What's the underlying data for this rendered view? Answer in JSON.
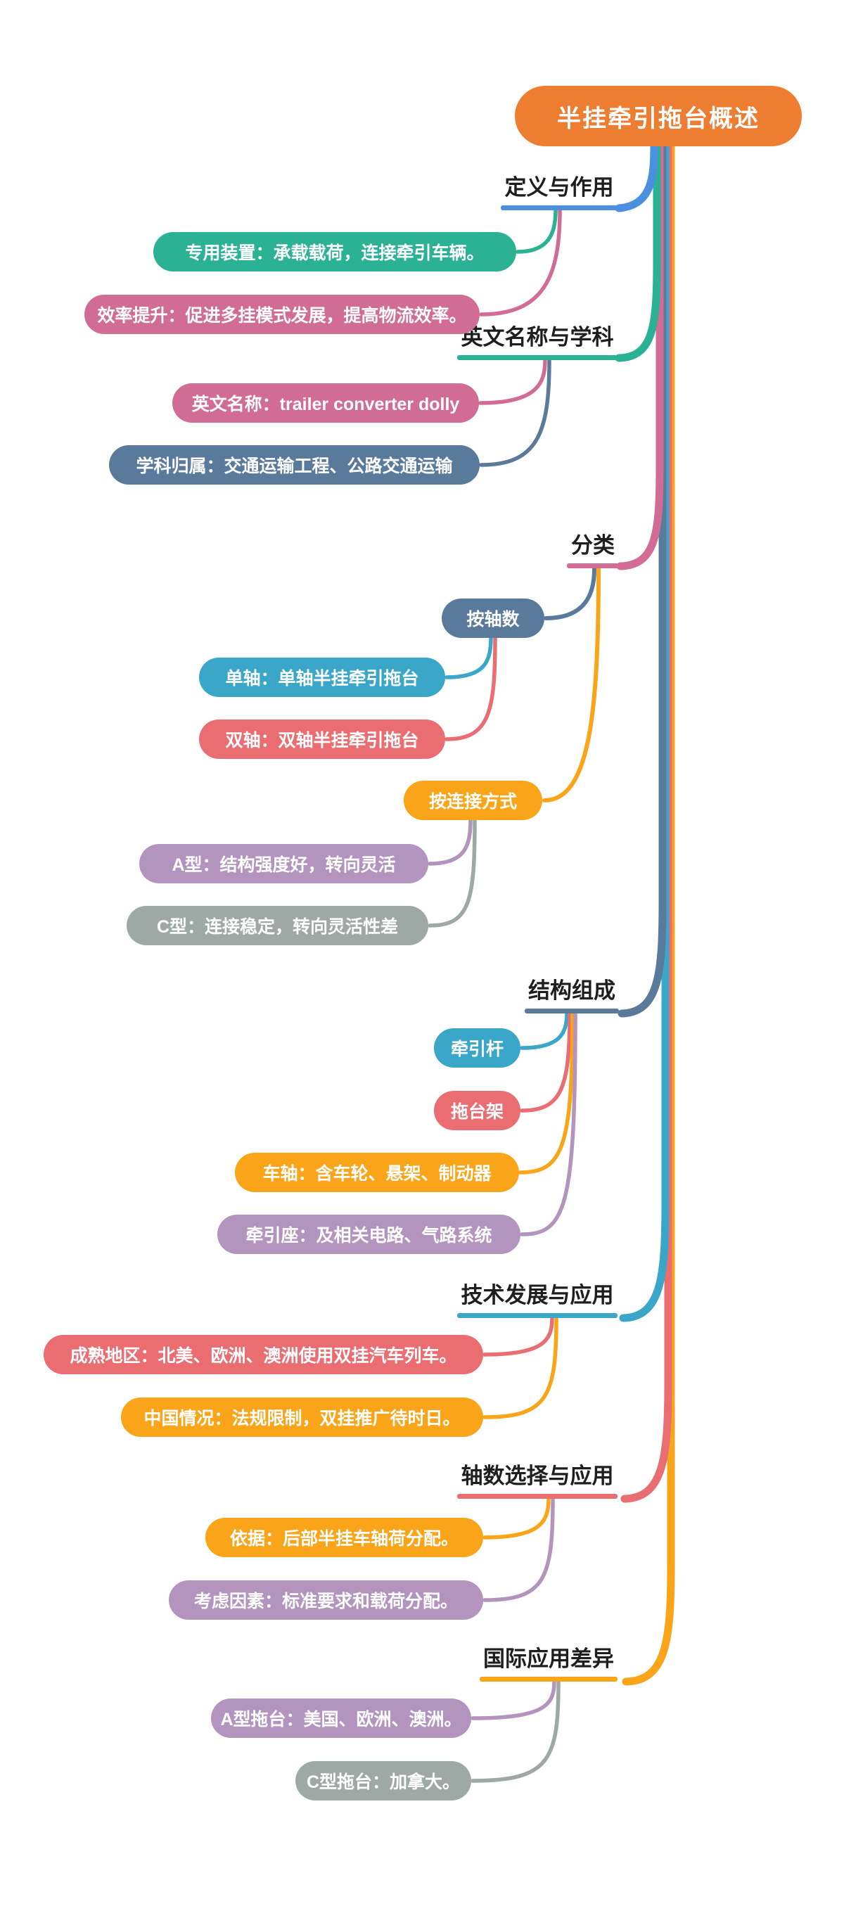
{
  "root": {
    "label": "半挂牵引拖台概述",
    "color": "#ED7D31"
  },
  "palette": {
    "root_orange": "#ED7D31",
    "blue": "#4A90DE",
    "green_teal": "#2BB193",
    "pink": "#D16C95",
    "slate_blue": "#5A7A9C",
    "teal_blue": "#3AA6C8",
    "salmon_red": "#EA6D72",
    "yellow_orange": "#FAA519",
    "lavender": "#B394BE",
    "gray": "#9EA9A6",
    "heading_text": "#1e1e1e",
    "node_text": "#ffffff",
    "background": "#ffffff"
  },
  "branches": [
    {
      "label": "定义与作用",
      "color": "#4A90DE",
      "children": [
        {
          "label": "专用装置：承载载荷，连接牵引车辆。",
          "color": "#2BB193"
        },
        {
          "label": "效率提升：促进多挂模式发展，提高物流效率。",
          "color": "#D16C95"
        }
      ]
    },
    {
      "label": "英文名称与学科",
      "color": "#2BB193",
      "children": [
        {
          "label": "英文名称：trailer converter dolly",
          "color": "#D16C95"
        },
        {
          "label": "学科归属：交通运输工程、公路交通运输",
          "color": "#5A7A9C"
        }
      ]
    },
    {
      "label": "分类",
      "color": "#D16C95",
      "children": [
        {
          "label": "按轴数",
          "color": "#5A7A9C",
          "children": [
            {
              "label": "单轴：单轴半挂牵引拖台",
              "color": "#3AA6C8"
            },
            {
              "label": "双轴：双轴半挂牵引拖台",
              "color": "#EA6D72"
            }
          ]
        },
        {
          "label": "按连接方式",
          "color": "#FAA519",
          "children": [
            {
              "label": "A型：结构强度好，转向灵活",
              "color": "#B394BE"
            },
            {
              "label": "C型：连接稳定，转向灵活性差",
              "color": "#9EA9A6"
            }
          ]
        }
      ]
    },
    {
      "label": "结构组成",
      "color": "#5A7A9C",
      "children": [
        {
          "label": "牵引杆",
          "color": "#3AA6C8"
        },
        {
          "label": "拖台架",
          "color": "#EA6D72"
        },
        {
          "label": "车轴：含车轮、悬架、制动器",
          "color": "#FAA519"
        },
        {
          "label": "牵引座：及相关电路、气路系统",
          "color": "#B394BE"
        }
      ]
    },
    {
      "label": "技术发展与应用",
      "color": "#3AA6C8",
      "children": [
        {
          "label": "成熟地区：北美、欧洲、澳洲使用双挂汽车列车。",
          "color": "#EA6D72"
        },
        {
          "label": "中国情况：法规限制，双挂推广待时日。",
          "color": "#FAA519"
        }
      ]
    },
    {
      "label": "轴数选择与应用",
      "color": "#EA6D72",
      "children": [
        {
          "label": "依据：后部半挂车轴荷分配。",
          "color": "#FAA519"
        },
        {
          "label": "考虑因素：标准要求和载荷分配。",
          "color": "#B394BE"
        }
      ]
    },
    {
      "label": "国际应用差异",
      "color": "#FAA519",
      "children": [
        {
          "label": "A型拖台：美国、欧洲、澳洲。",
          "color": "#B394BE"
        },
        {
          "label": "C型拖台：加拿大。",
          "color": "#9EA9A6"
        }
      ]
    }
  ]
}
